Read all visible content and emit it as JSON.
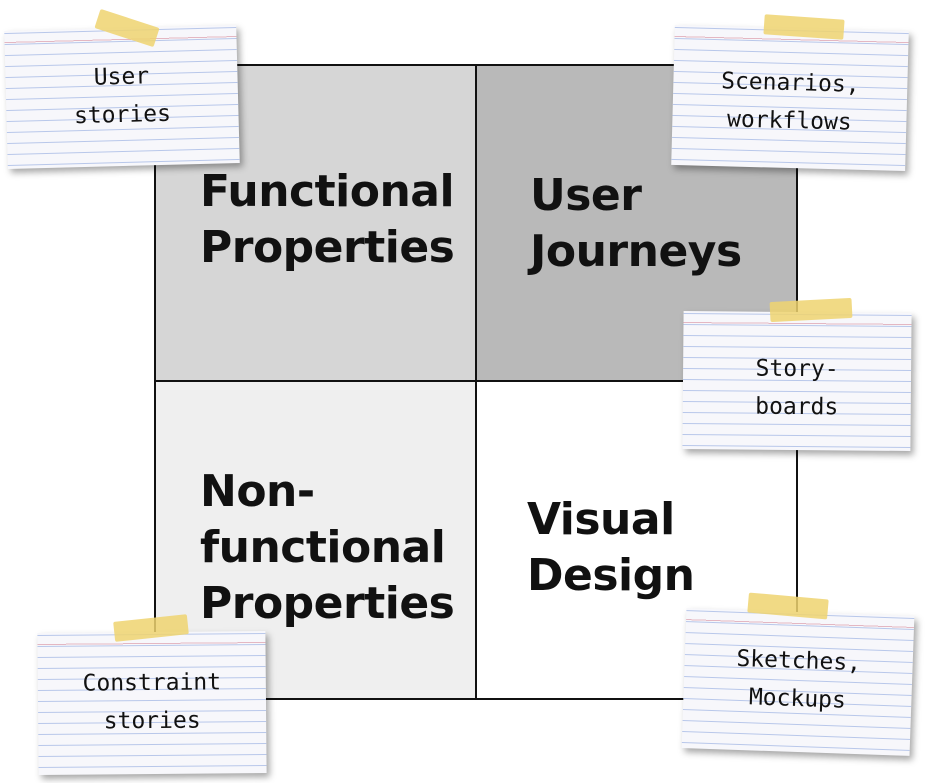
{
  "quadrants": {
    "top_left": [
      "Functional",
      "Properties"
    ],
    "top_right": [
      "User",
      "Journeys"
    ],
    "bottom_left": [
      "Non-",
      "functional",
      "Properties"
    ],
    "bottom_right": [
      "Visual",
      "Design"
    ]
  },
  "notes": {
    "user_stories": [
      "User",
      "stories"
    ],
    "scenarios": [
      "Scenarios,",
      "workflows"
    ],
    "storyboards": [
      "Story-",
      "boards"
    ],
    "constraint_stories": [
      "Constraint",
      "stories"
    ],
    "sketches": [
      "Sketches,",
      "Mockups"
    ]
  },
  "colors": {
    "functional": "#d6d6d6",
    "journeys": "#b9b9b9",
    "nonfunctional": "#efefef",
    "visual": "#ffffff",
    "tape": "#eed470"
  }
}
